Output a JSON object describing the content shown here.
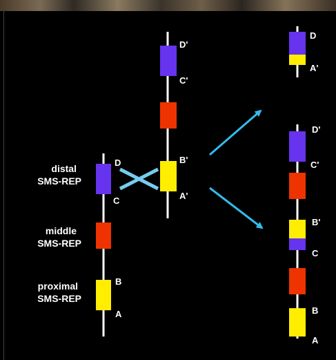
{
  "colors": {
    "background": "#000000",
    "chromosome_line": "#ffffff",
    "distal_block": "#6633ee",
    "middle_block": "#ee3300",
    "proximal_block": "#ffee00",
    "crossover_arrow": "#33bbee",
    "text": "#ffffff"
  },
  "left_chromosome": {
    "distal_label": "distal",
    "distal_sublabel": "SMS-REP",
    "middle_label": "middle",
    "middle_sublabel": "SMS-REP",
    "proximal_label": "proximal",
    "proximal_sublabel": "SMS-REP",
    "marker_D": "D",
    "marker_C": "C",
    "marker_B": "B",
    "marker_A": "A"
  },
  "center_chromosome": {
    "marker_D": "D'",
    "marker_C": "C'",
    "marker_B": "B'",
    "marker_A": "A'"
  },
  "product_top": {
    "marker_D": "D",
    "marker_A": "A'"
  },
  "product_bottom": {
    "marker_D": "D'",
    "marker_C": "C'",
    "marker_B": "B'",
    "marker_C_lower": "C",
    "marker_B_lower": "B",
    "marker_A": "A"
  }
}
